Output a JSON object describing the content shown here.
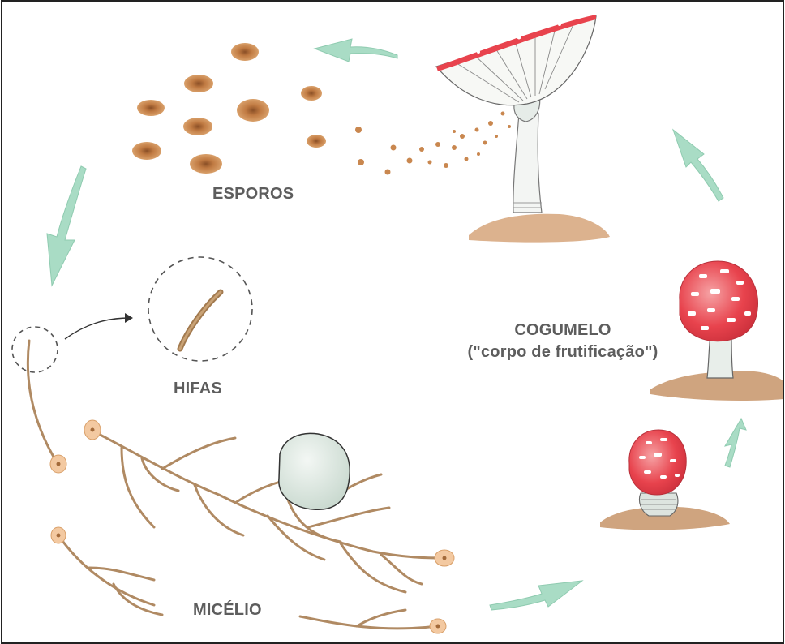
{
  "labels": {
    "spores": "ESPOROS",
    "hyphae": "HIFAS",
    "mycelium": "MICÉLIO",
    "mushroom": "COGUMELO",
    "mushroom_subtitle": "(\"corpo de frutificação\")"
  },
  "colors": {
    "label_text": "#5d5d5d",
    "spore": "#b9743c",
    "spore_core": "#7c4a25",
    "cap_red": "#e8434d",
    "cap_spot": "#ffffff",
    "arrow_green": "#a9dcc5",
    "hypha": "#b08a63",
    "soil": "#c79468",
    "stem": "#e8eeea",
    "frame": "#222222"
  },
  "icons": {
    "cycle_arrow": "green-arrow-icon",
    "pointer_arrow": "black-pointer-arrow-icon"
  }
}
